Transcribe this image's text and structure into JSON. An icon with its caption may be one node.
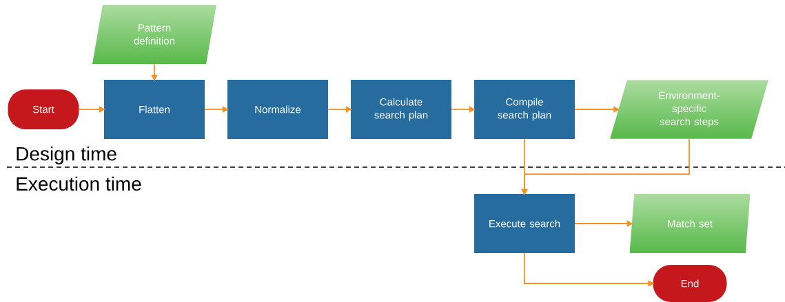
{
  "diagram": {
    "nodes": [
      {
        "text": [
          "Start"
        ]
      },
      {
        "text": [
          "Pattern definition"
        ]
      },
      {
        "text": [
          "Flatten"
        ]
      },
      {
        "text": [
          "Normalize"
        ]
      },
      {
        "text": [
          "Calculate search plan"
        ]
      },
      {
        "text": [
          "Compile search plan"
        ]
      },
      {
        "text": [
          "Environment-specific search steps"
        ]
      },
      {
        "text": [
          "Execute search"
        ]
      },
      {
        "text": [
          "Match set"
        ]
      },
      {
        "text": [
          "End"
        ]
      }
    ],
    "edges": [
      {
        "from": 0,
        "to": 2,
        "arrow": "to"
      },
      {
        "from": 1,
        "to": 2,
        "arrow": "to"
      },
      {
        "from": 2,
        "to": 3,
        "arrow": "to"
      },
      {
        "from": 3,
        "to": 4,
        "arrow": "to"
      },
      {
        "from": 4,
        "to": 5,
        "arrow": "to"
      },
      {
        "from": 5,
        "to": 6,
        "arrow": "to"
      },
      {
        "from": 5,
        "to": 7,
        "arrow": "to"
      },
      {
        "from": 6,
        "to": 7,
        "arrow": "to"
      },
      {
        "from": 7,
        "to": 8,
        "arrow": "to"
      },
      {
        "from": 7,
        "to": 9,
        "arrow": "to"
      }
    ],
    "labels": [
      "Design time",
      "Execution time"
    ]
  }
}
